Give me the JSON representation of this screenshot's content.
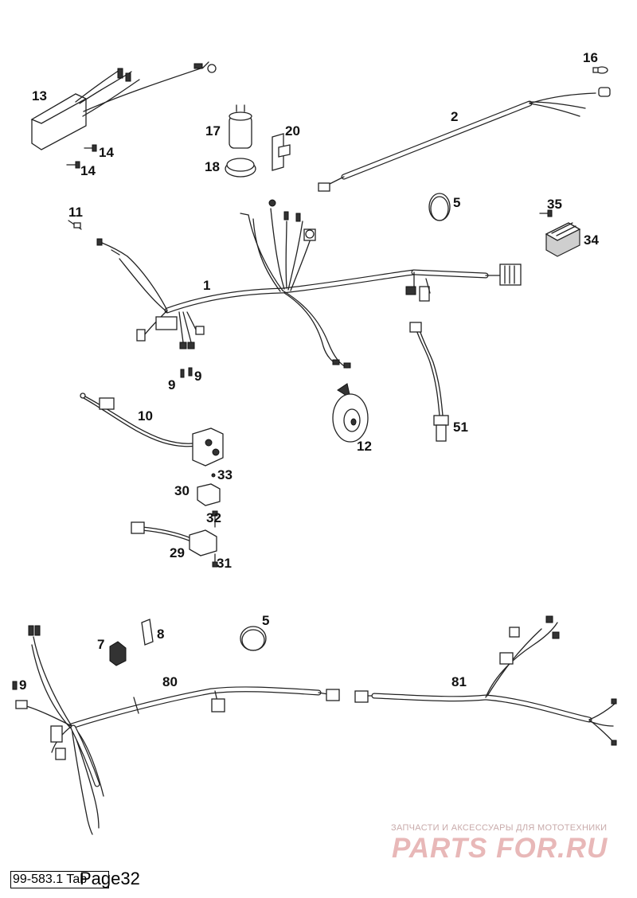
{
  "labels": {
    "p1": "1",
    "p2": "2",
    "p5a": "5",
    "p5b": "5",
    "p7": "7",
    "p8": "8",
    "p9a": "9",
    "p9b": "9",
    "p9c": "9",
    "p10": "10",
    "p11": "11",
    "p12": "12",
    "p13": "13",
    "p14a": "14",
    "p14b": "14",
    "p16": "16",
    "p17": "17",
    "p18": "18",
    "p20": "20",
    "p29": "29",
    "p30": "30",
    "p31": "31",
    "p32": "32",
    "p33": "33",
    "p34": "34",
    "p35": "35",
    "p51": "51",
    "p80": "80",
    "p81": "81"
  },
  "footer": {
    "doc_ref": "99-583.1 Tab",
    "page": "Page32"
  },
  "watermark": {
    "tagline": "ЗАПЧАСТИ И АКСЕССУАРЫ ДЛЯ МОТОТЕХНИКИ",
    "logo": "PARTS FOR.RU"
  }
}
